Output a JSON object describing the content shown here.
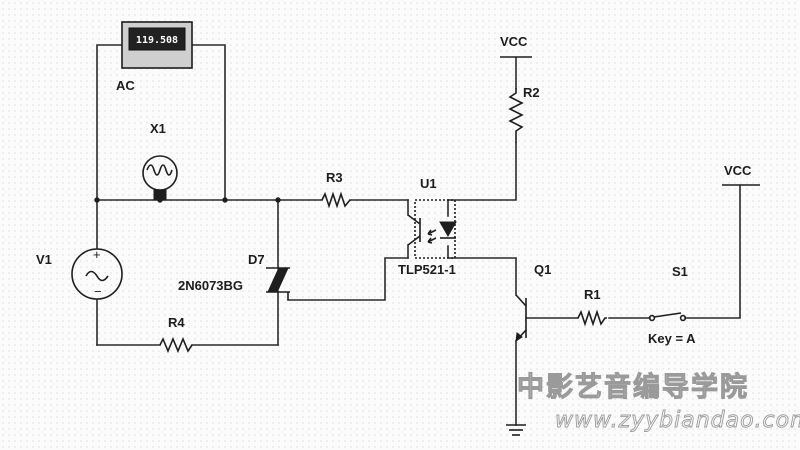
{
  "meter": {
    "reading": "119.508",
    "mode": "AC"
  },
  "components": {
    "lamp": "X1",
    "source": "V1",
    "r1": "R1",
    "r2": "R2",
    "r3": "R3",
    "r4": "R4",
    "triac_ref": "D7",
    "triac_part": "2N6073BG",
    "opto_ref": "U1",
    "opto_part": "TLP521-1",
    "transistor": "Q1",
    "switch_ref": "S1",
    "switch_key": "Key = A"
  },
  "rails": {
    "vcc_top": "VCC",
    "vcc_right": "VCC"
  },
  "watermark": {
    "chinese": "中影艺音编导学院",
    "url": "www.zyybiandao.com"
  }
}
